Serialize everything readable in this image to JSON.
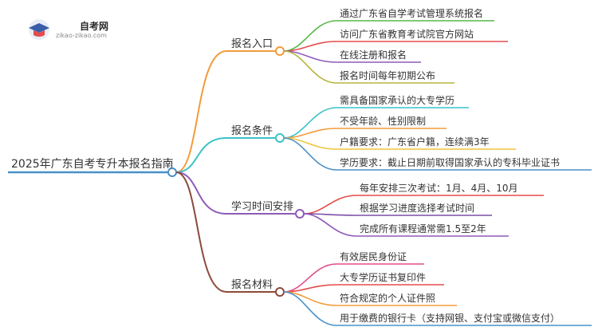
{
  "logo": {
    "name": "自考网",
    "url": "zikao-zikao.com"
  },
  "root": {
    "label": "2025年广东自考专升本报名指南",
    "color": "#4a90c8"
  },
  "branches": [
    {
      "label": "报名入口",
      "color": "#f39c3a",
      "items": [
        {
          "text": "通过广东省自学考试管理系统报名",
          "color": "#57b946"
        },
        {
          "text": "访问广东省教育考试院官方网站",
          "color": "#e54b4b"
        },
        {
          "text": "在线注册和报名",
          "color": "#8e5ab8"
        },
        {
          "text": "报名时间每年初期公布",
          "color": "#b5b53a"
        }
      ]
    },
    {
      "label": "报名条件",
      "color": "#3cc3c8",
      "items": [
        {
          "text": "需具备国家承认的大专学历",
          "color": "#3cc3c8"
        },
        {
          "text": "不受年龄、性别限制",
          "color": "#f39c3a"
        },
        {
          "text": "户籍要求：广东省户籍，连续满3年",
          "color": "#f0c43a"
        },
        {
          "text": "学历要求：截止日期前取得国家承认的专科毕业证书",
          "color": "#4a90c8"
        }
      ]
    },
    {
      "label": "学习时间安排",
      "color": "#8e5ab8",
      "items": [
        {
          "text": "每年安排三次考试：1月、4月、10月",
          "color": "#e54b4b"
        },
        {
          "text": "根据学习进度选择考试时间",
          "color": "#7b4fa8"
        },
        {
          "text": "完成所有课程通常需1.5至2年",
          "color": "#8e5ab8"
        }
      ]
    },
    {
      "label": "报名材料",
      "color": "#8b4a3a",
      "items": [
        {
          "text": "有效居民身份证",
          "color": "#e54b8c"
        },
        {
          "text": "大专学历证书复印件",
          "color": "#e54b4b"
        },
        {
          "text": "符合规定的个人证件照",
          "color": "#f39c3a"
        },
        {
          "text": "用于缴费的银行卡（支持网银、支付宝或微信支付）",
          "color": "#4a90c8"
        }
      ]
    }
  ]
}
